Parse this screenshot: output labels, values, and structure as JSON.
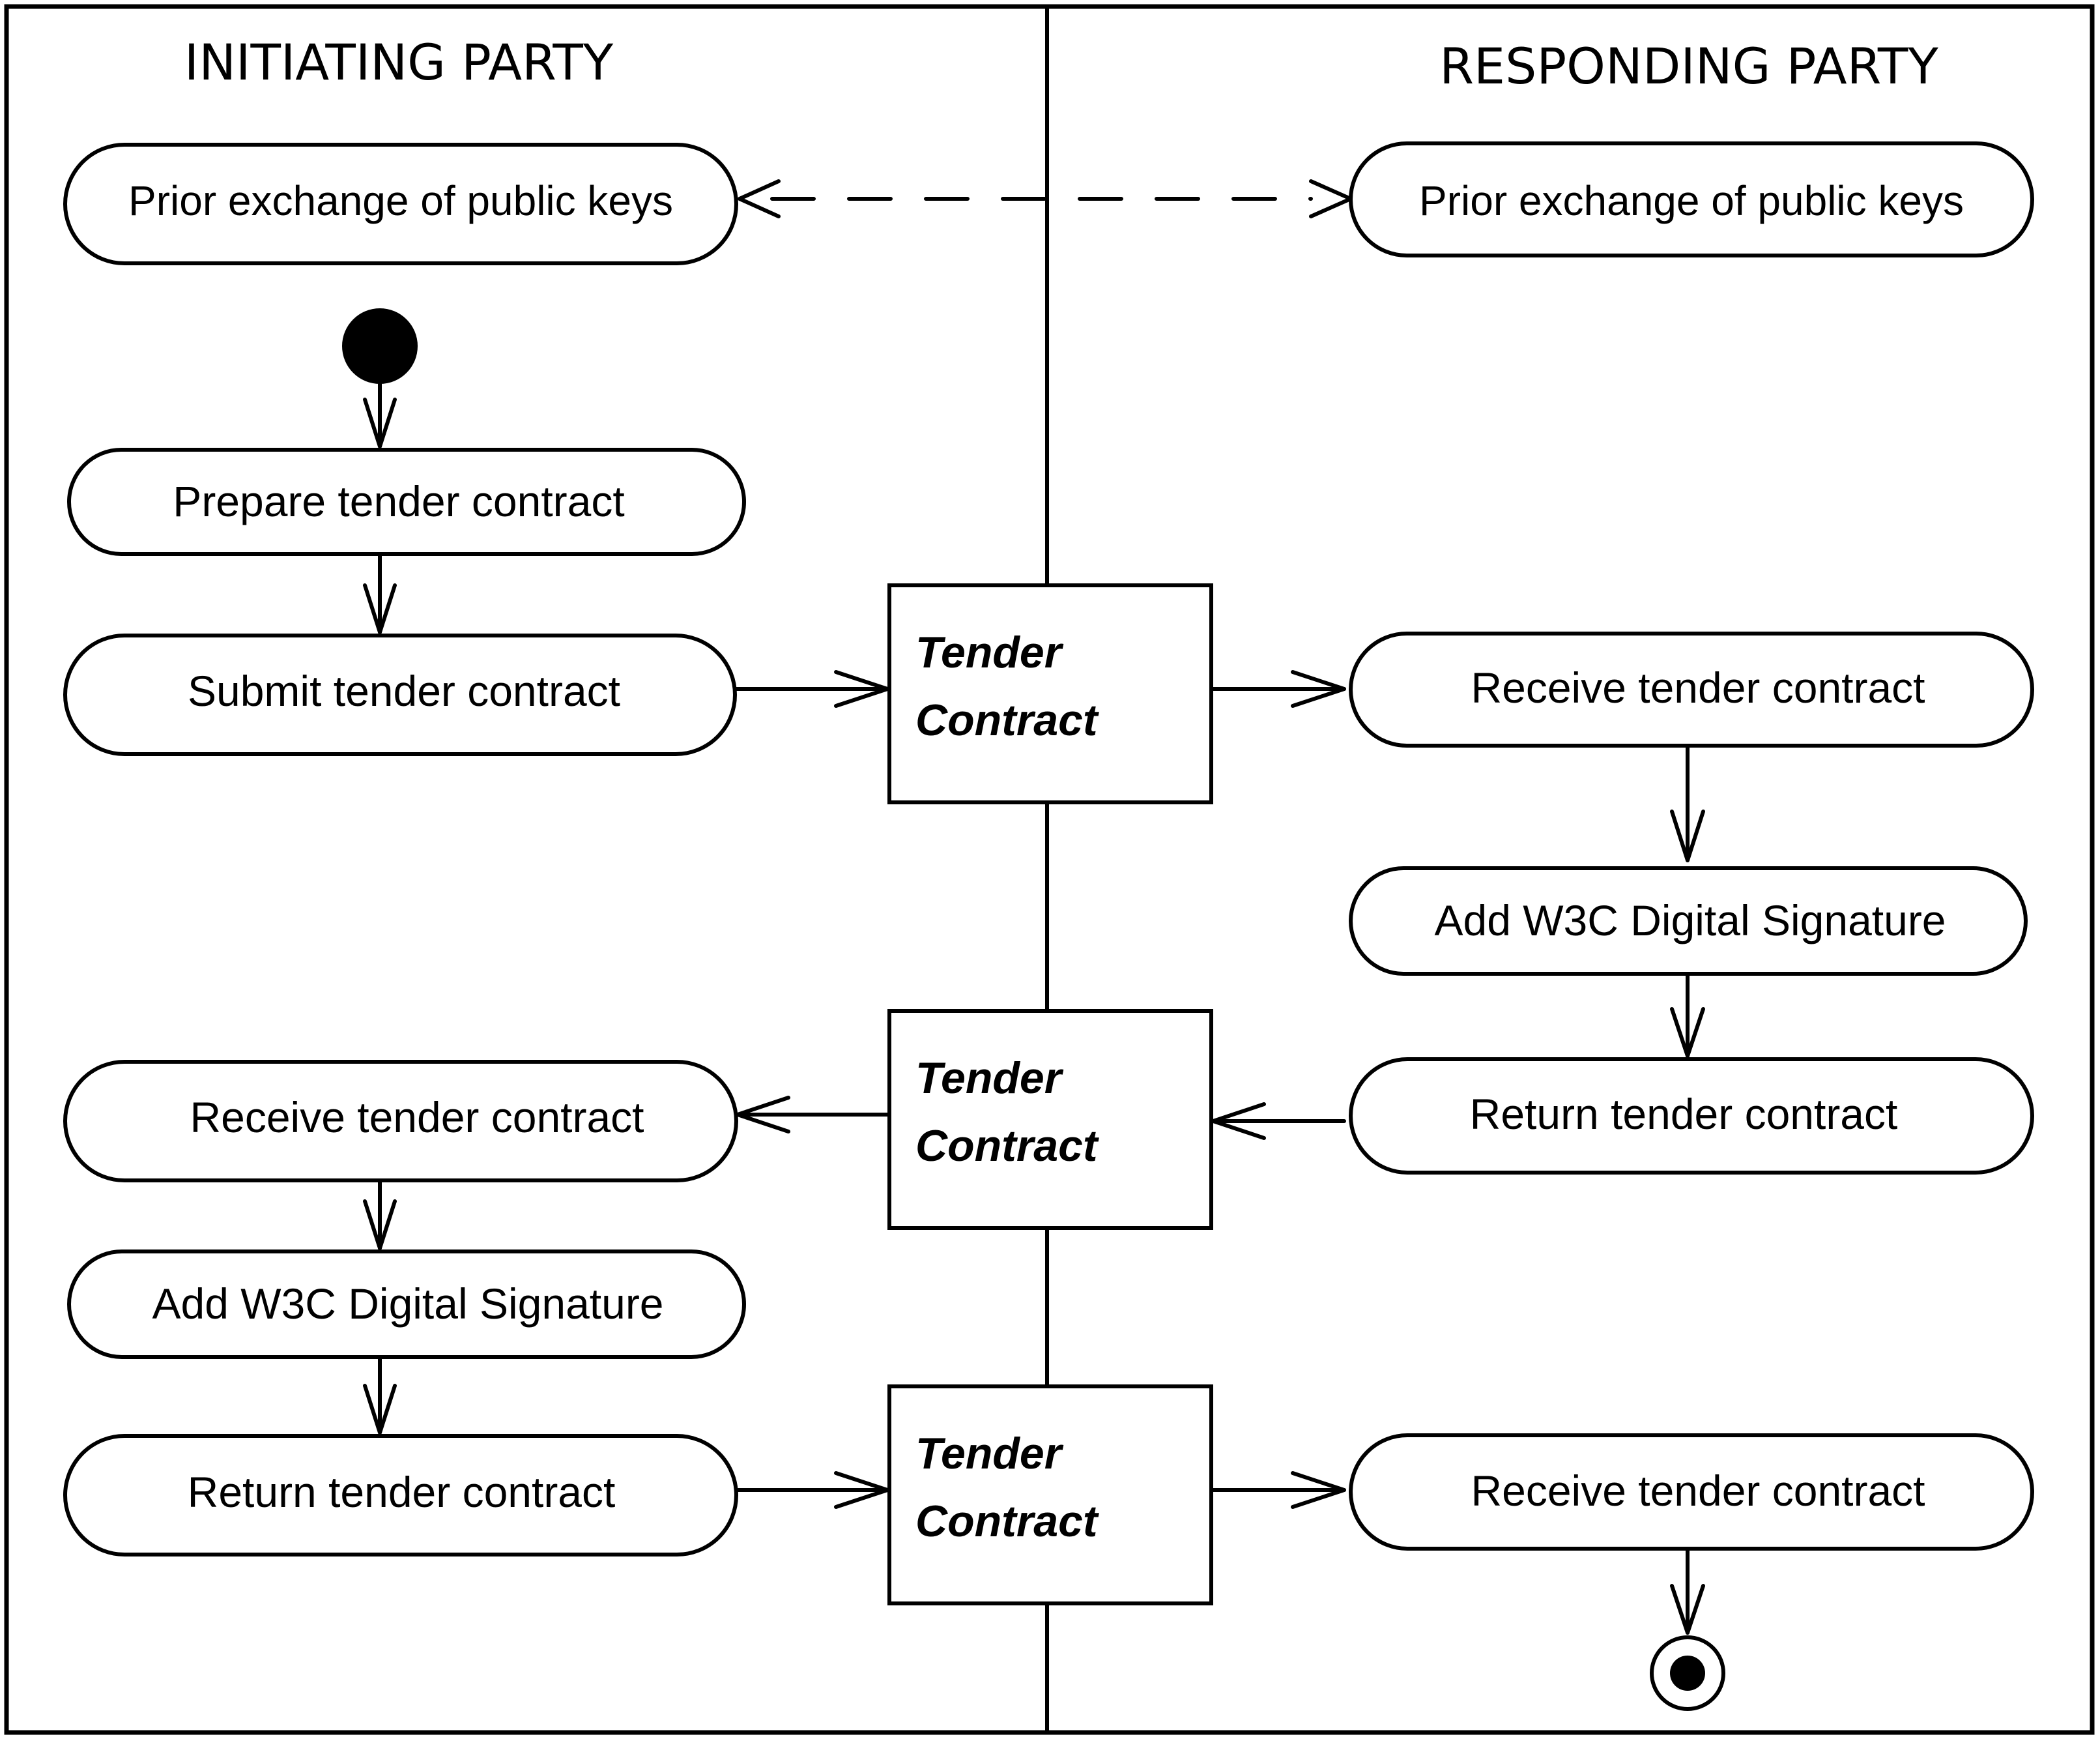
{
  "colors": {
    "stroke": "#000000",
    "background": "#ffffff"
  },
  "lanes": {
    "initiating": {
      "title": "INITIATING PARTY"
    },
    "responding": {
      "title": "RESPONDING PARTY"
    }
  },
  "activities": {
    "init_prior_keys": {
      "label": "Prior exchange of public keys"
    },
    "resp_prior_keys": {
      "label": "Prior exchange of public keys"
    },
    "prepare_tender": {
      "label": "Prepare tender contract"
    },
    "submit_tender": {
      "label": "Submit tender contract"
    },
    "resp_receive_1": {
      "label": "Receive tender contract"
    },
    "resp_add_sig": {
      "label": "Add W3C Digital Signature"
    },
    "resp_return": {
      "label": "Return tender contract"
    },
    "init_receive": {
      "label": "Receive tender contract"
    },
    "init_add_sig": {
      "label": "Add W3C Digital Signature"
    },
    "init_return": {
      "label": "Return tender contract"
    },
    "resp_receive_2": {
      "label": "Receive tender contract"
    }
  },
  "objects": {
    "tender_1": {
      "line1": "Tender",
      "line2": "Contract"
    },
    "tender_2": {
      "line1": "Tender",
      "line2": "Contract"
    },
    "tender_3": {
      "line1": "Tender",
      "line2": "Contract"
    }
  }
}
